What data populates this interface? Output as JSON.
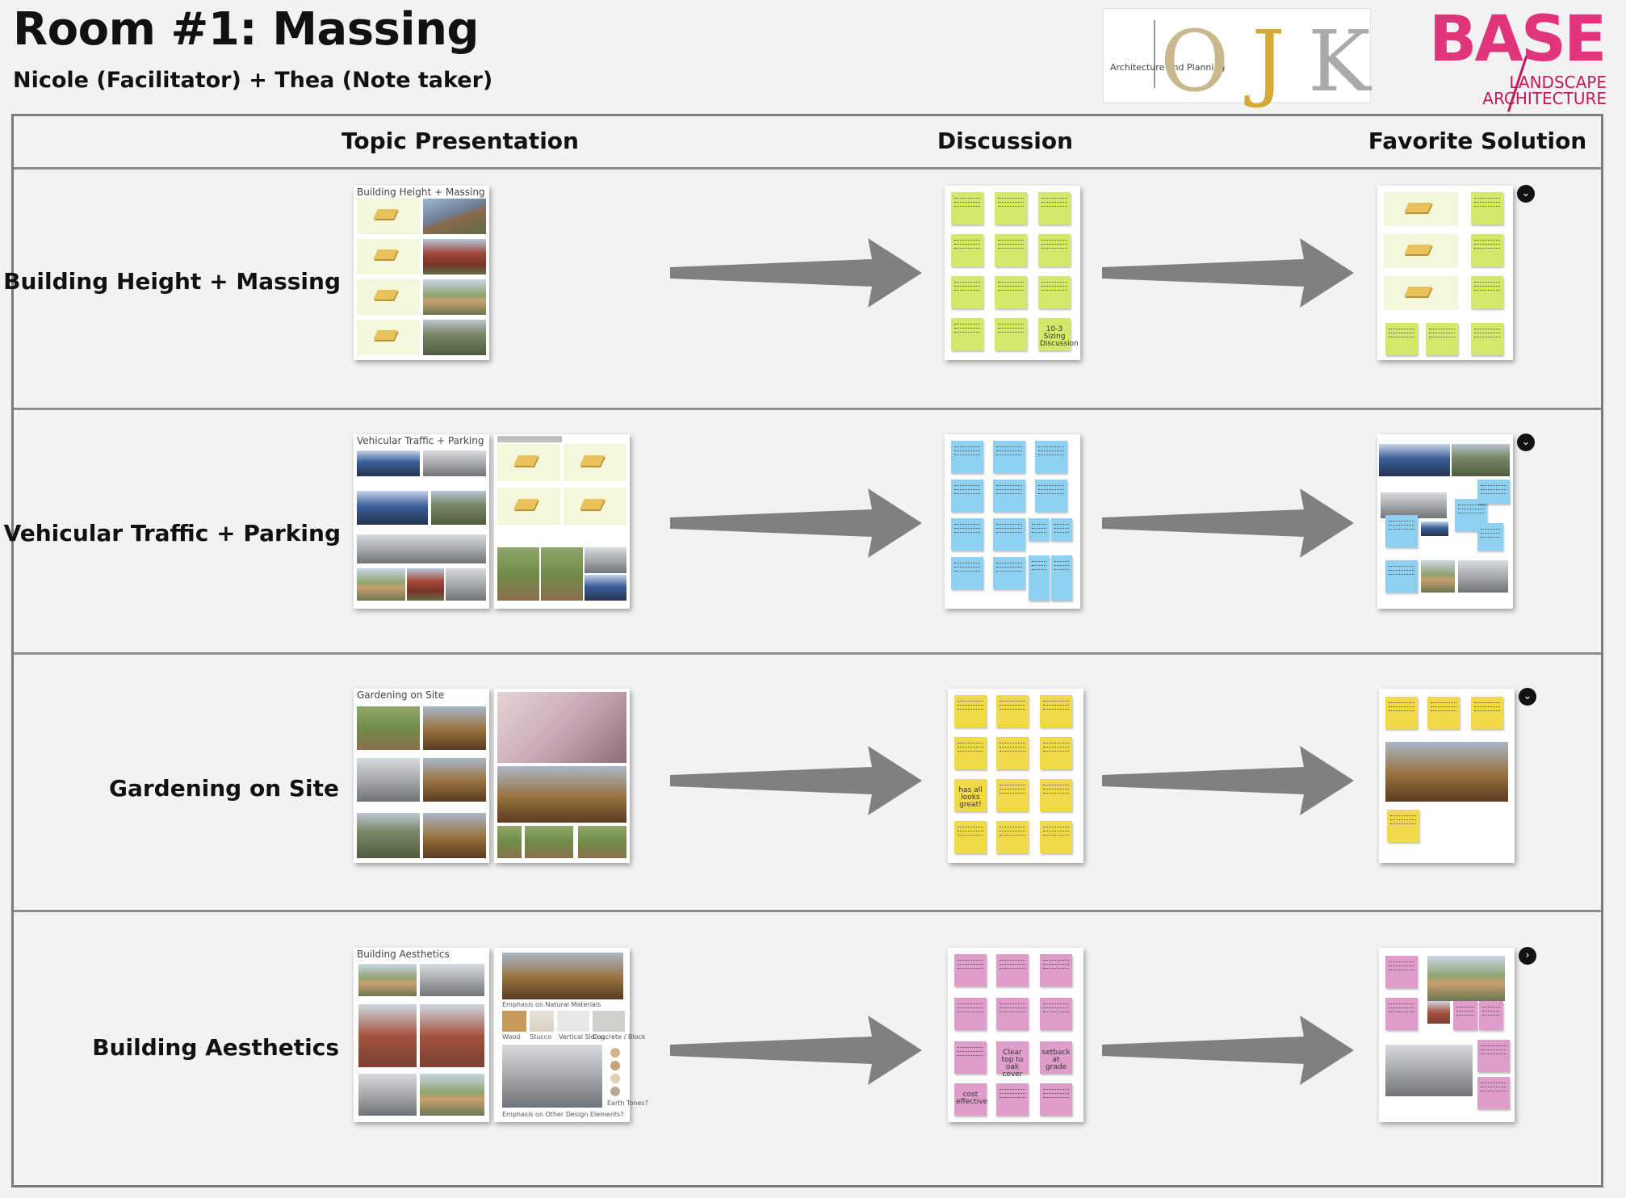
{
  "header": {
    "title": "Room #1: Massing",
    "subtitle": "Nicole  (Facilitator) + Thea (Note taker)"
  },
  "logos": {
    "ojk": {
      "small_text": "Architecture and Planning",
      "letters": [
        "O",
        "J",
        "K"
      ]
    },
    "base": {
      "word": "BASE",
      "line1": "LANDSCAPE",
      "line2": "ARCHITECTURE",
      "color": "#e0347d"
    }
  },
  "columns": {
    "topic": "Topic Presentation",
    "discussion": "Discussion",
    "favorite": "Favorite Solution"
  },
  "rows": [
    {
      "label": "Building Height + Massing",
      "slide_title": "Building Height + Massing",
      "notes": [
        "",
        "",
        "",
        "",
        "",
        "",
        "",
        "",
        "",
        "",
        "",
        "10-3 Sizing Discussion"
      ],
      "note_color": "#d5e86a"
    },
    {
      "label": "Vehicular Traffic + Parking",
      "slide_title": "Vehicular Traffic + Parking",
      "notes": [
        "",
        "",
        "",
        "",
        "",
        "",
        "",
        "",
        "",
        "",
        "",
        ""
      ],
      "note_color": "#8ed0ef"
    },
    {
      "label": "Gardening on Site",
      "slide_title": "Gardening on Site",
      "notes": [
        "",
        "",
        "",
        "",
        "",
        "",
        "has all looks great!",
        "",
        "",
        "",
        "",
        ""
      ],
      "note_color": "#f2d94a"
    },
    {
      "label": "Building Aesthetics",
      "slide_title": "Building Aesthetics",
      "notes": [
        "",
        "",
        "",
        "",
        "",
        "",
        "",
        "Clear top to oak cover",
        "setback at grade",
        "cost effective",
        "",
        ""
      ],
      "note_color": "#de9ec9",
      "captions": {
        "materials": "Emphasis on Natural Materials",
        "wood": "Wood",
        "stucco": "Stucco",
        "siding": "Vertical Siding",
        "concrete": "Concrete / Block",
        "earth": "Earth Tones?",
        "other": "Emphasis on Other Design Elements?"
      }
    }
  ],
  "colors": {
    "background": "#f2f2f2",
    "frame": "#7a7a7a",
    "arrow": "#808080"
  }
}
